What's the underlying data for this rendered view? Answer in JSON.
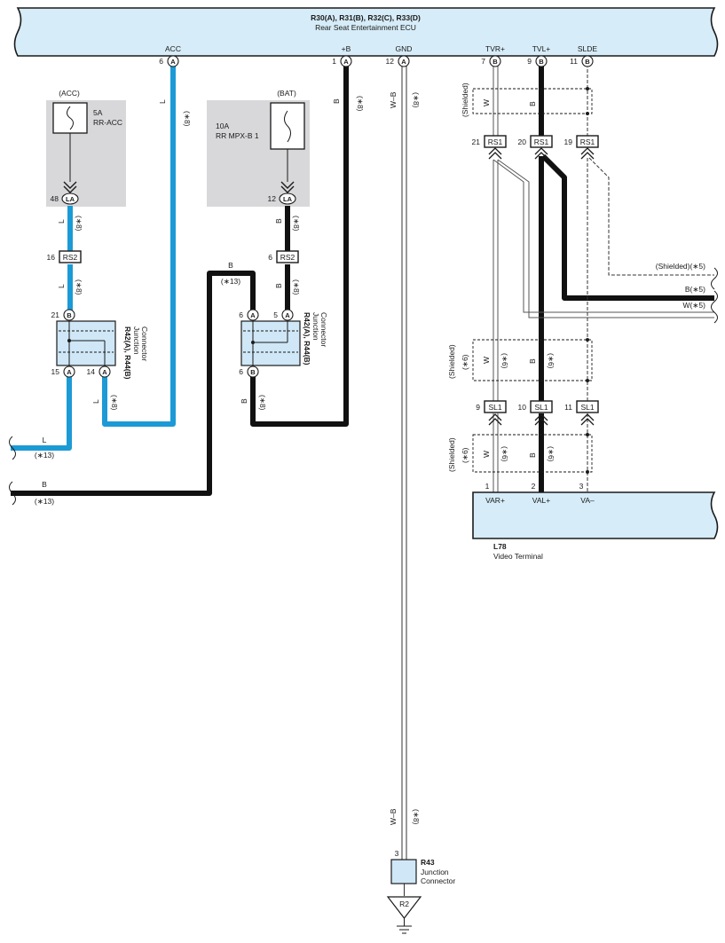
{
  "ecu": {
    "title": "R30(A), R31(B), R32(C), R33(D)",
    "subtitle": "Rear Seat Entertainment ECU",
    "terminals": [
      {
        "label": "ACC",
        "pin": "6",
        "connector": "A"
      },
      {
        "label": "+B",
        "pin": "1",
        "connector": "A"
      },
      {
        "label": "GND",
        "pin": "12",
        "connector": "A"
      },
      {
        "label": "TVR+",
        "pin": "7",
        "connector": "B"
      },
      {
        "label": "TVL+",
        "pin": "9",
        "connector": "B"
      },
      {
        "label": "SLDE",
        "pin": "11",
        "connector": "B"
      }
    ]
  },
  "fuses": [
    {
      "group": "(ACC)",
      "rating": "5A",
      "name": "RR-ACC",
      "pin": "48",
      "connector": "LA"
    },
    {
      "group": "(BAT)",
      "rating": "10A",
      "name": "RR MPX-B 1",
      "pin": "12",
      "connector": "LA"
    }
  ],
  "inline_connectors": {
    "rs2_left": {
      "pin": "16",
      "name": "RS2"
    },
    "rs2_right": {
      "pin": "6",
      "name": "RS2"
    },
    "rs1": [
      {
        "pin": "21",
        "name": "RS1"
      },
      {
        "pin": "20",
        "name": "RS1"
      },
      {
        "pin": "19",
        "name": "RS1"
      }
    ],
    "sl1": [
      {
        "pin": "9",
        "name": "SL1"
      },
      {
        "pin": "10",
        "name": "SL1"
      },
      {
        "pin": "11",
        "name": "SL1"
      }
    ]
  },
  "junction_left": {
    "title": "R42(A), R44(B)",
    "desc1": "Junction",
    "desc2": "Connector",
    "pin_top": {
      "pin": "21",
      "connector": "B"
    },
    "pins_bottom": [
      {
        "pin": "15",
        "connector": "A"
      },
      {
        "pin": "14",
        "connector": "A"
      }
    ]
  },
  "junction_right": {
    "title": "R42(A), R44(B)",
    "desc1": "Junction",
    "desc2": "Connector",
    "pins_top": [
      {
        "pin": "6",
        "connector": "A"
      },
      {
        "pin": "5",
        "connector": "A"
      }
    ],
    "pin_bottom": {
      "pin": "6",
      "connector": "B"
    }
  },
  "wire_labels": {
    "L": "L",
    "B": "B",
    "W": "W",
    "WB": "W–B",
    "n8": "(∗8)",
    "n13": "(∗13)",
    "n6": "(∗6)",
    "shielded": "(Shielded)",
    "shielded5": "(Shielded)(∗5)",
    "b5": "B(∗5)",
    "w5": "W(∗5)"
  },
  "video_terminal": {
    "code": "L78",
    "name": "Video Terminal",
    "pins": [
      {
        "pin": "1",
        "label": "VAR+"
      },
      {
        "pin": "2",
        "label": "VAL+"
      },
      {
        "pin": "3",
        "label": "VA–"
      }
    ]
  },
  "r43": {
    "code": "R43",
    "desc1": "Junction",
    "desc2": "Connector",
    "pin": "3",
    "ground": "R2"
  }
}
